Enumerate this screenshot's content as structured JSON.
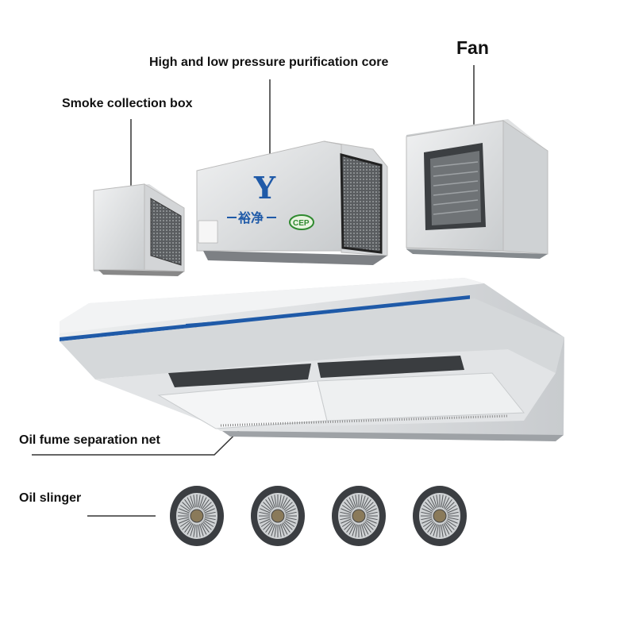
{
  "labels": {
    "fan": "Fan",
    "purification_core": "High and low pressure purification core",
    "smoke_box": "Smoke collection box",
    "separation_net": "Oil fume separation net",
    "oil_slinger": "Oil slinger"
  },
  "core_panel": {
    "brand_chinese": "裕净",
    "badge": "CEP"
  },
  "colors": {
    "steel_light": "#e4e6e8",
    "steel_dark": "#9a9ea2",
    "accent_blue": "#1f5aa8",
    "leader_line": "#333333"
  },
  "slinger_count": 4
}
